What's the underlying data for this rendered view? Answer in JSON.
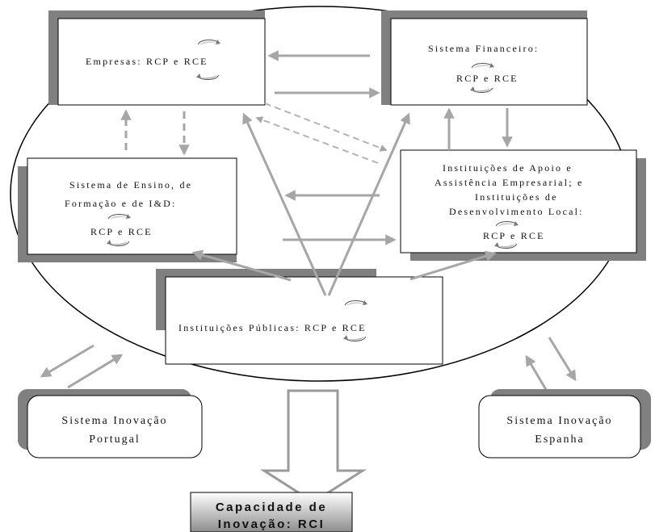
{
  "nodes": {
    "empresas": {
      "label": "Empresas: RCP e RCE"
    },
    "financeiro": {
      "line1": "Sistema Financeiro:",
      "line2": "RCP e RCE"
    },
    "ensino": {
      "line1": "Sistema de Ensino, de",
      "line2": "Formação e de I&D:",
      "line3": "RCP e RCE"
    },
    "apoio": {
      "line1": "Instituições de Apoio e",
      "line2": "Assistência Empresarial; e",
      "line3": "Instituições de",
      "line4": "Desenvolvimento Local:",
      "line5": "RCP e RCE"
    },
    "publicas": {
      "label": "Instituições Públicas: RCP e RCE"
    },
    "portugal": {
      "line1": "Sistema Inovação",
      "line2": "Portugal"
    },
    "espanha": {
      "line1": "Sistema Inovação",
      "line2": "Espanha"
    },
    "capacidade": {
      "line1": "Capacidade de",
      "line2": "Inovação: RCI"
    }
  },
  "colors": {
    "arrow": "#a6a6a6",
    "shadow": "#808080",
    "capacidade_fill_top": "#ffffff",
    "capacidade_fill_bottom": "#8c8c8c"
  }
}
